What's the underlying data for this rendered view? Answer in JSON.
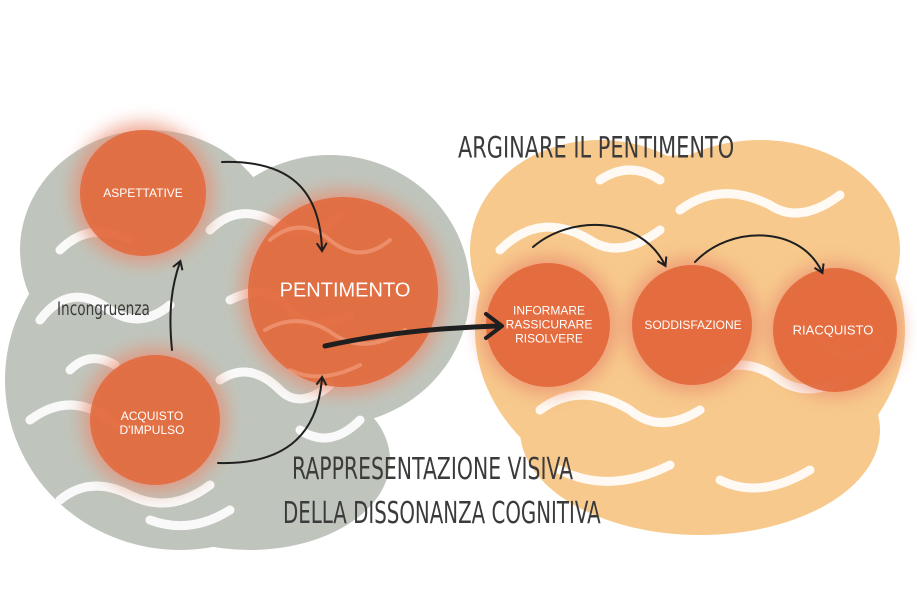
{
  "colors": {
    "grey_brain": "#bfc5bc",
    "yellow_brain": "#f7c98c",
    "orange_circle": "#e2673a",
    "glow": "#ea8a6e",
    "line": "#1f1f1f",
    "title_text": "#3b3b3b",
    "node_text": "#ffffff"
  },
  "diagram": {
    "title_right": "ARGINARE IL PENTIMENTO",
    "caption_line1": "RAPPRESENTAZIONE VISIVA",
    "caption_line2": "DELLA DISSONANZA COGNITIVA",
    "side_label": "Incongruenza",
    "nodes": {
      "aspettative": "ASPETTATIVE",
      "pentimento": "PENTIMENTO",
      "acquisto_line1": "ACQUISTO",
      "acquisto_line2": "D'IMPULSO",
      "informare_line1": "INFORMARE",
      "informare_line2": "RASSICURARE",
      "informare_line3": "RISOLVERE",
      "soddisfazione": "SODDISFAZIONE",
      "riacquisto": "RIACQUISTO"
    },
    "icons": {
      "left_brain": "grey-brain-icon",
      "right_brain": "yellow-brain-icon"
    }
  }
}
